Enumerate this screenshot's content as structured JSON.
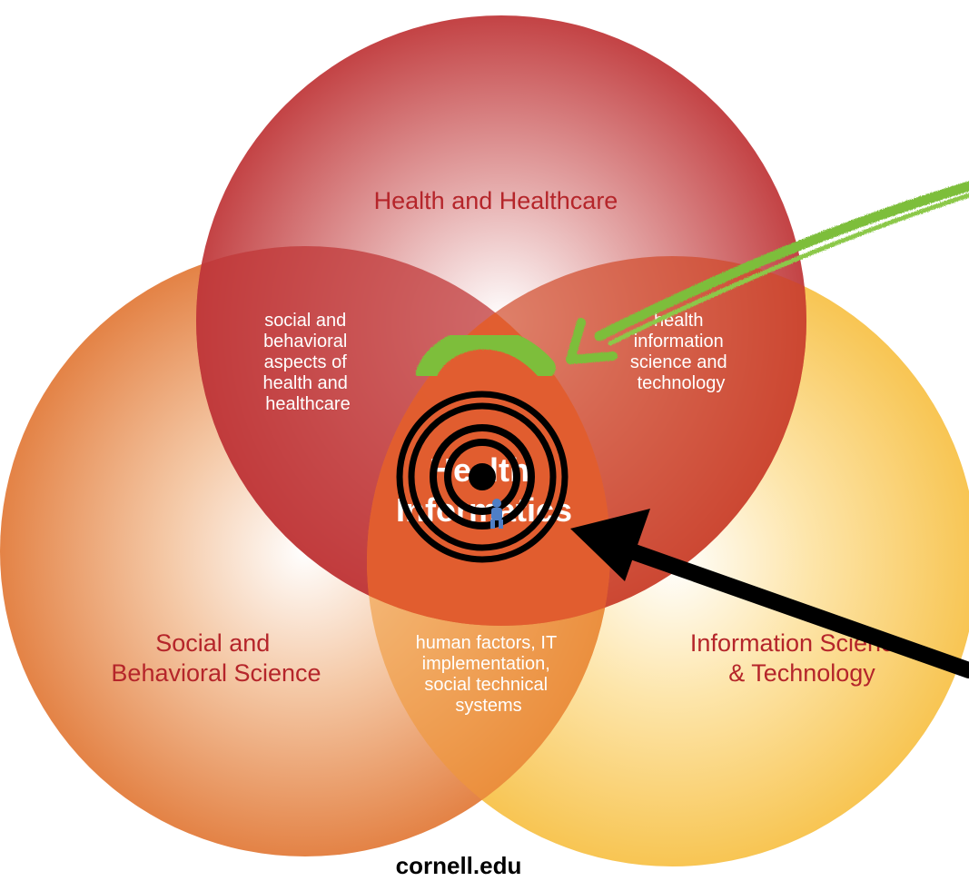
{
  "circles": {
    "health": {
      "label_lines": [
        "Health and Healthcare"
      ],
      "color": "#c0393b"
    },
    "social": {
      "label_lines": [
        "Social and",
        "Behavioral Science"
      ],
      "color": "#e98a4a"
    },
    "info": {
      "label_lines": [
        "Information Science",
        "& Technology"
      ],
      "color": "#f8c64e"
    }
  },
  "overlaps": {
    "health_social": [
      "social and",
      "behavioral",
      "aspects of",
      "health and",
      "healthcare"
    ],
    "health_info": [
      "health",
      "information",
      "science and",
      "technology"
    ],
    "social_info": [
      "human factors, IT",
      "implementation,",
      "social technical",
      "systems"
    ]
  },
  "center": {
    "label_lines": [
      "Health",
      "Informatics"
    ]
  },
  "footer": {
    "source": "cornell.edu"
  },
  "annotations": {
    "target_icon": "bullseye-target",
    "black_arrow": "black-arrow",
    "green_arrow": "green-hand-drawn-arrow",
    "green_stroke": "green-hand-drawn-arc",
    "figure_icon": "blue-figure-icon"
  },
  "colors": {
    "label_red": "#b5252a",
    "overlap_text": "#ffffff",
    "green_annotation": "#7dbe3a",
    "black_annotation": "#000000"
  }
}
